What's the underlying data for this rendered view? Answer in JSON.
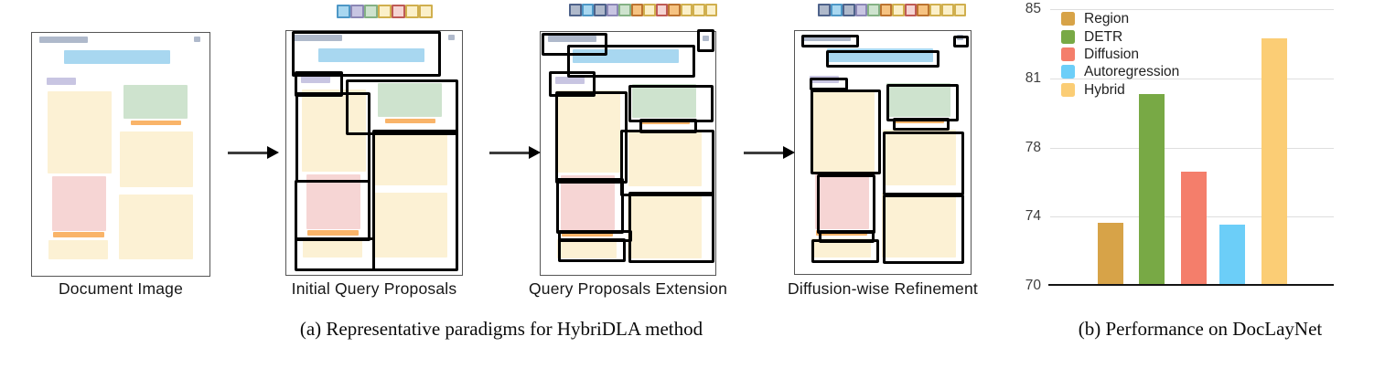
{
  "captions": {
    "a": "(a) Representative paradigms for HybriDLA method",
    "b": "(b) Performance on DocLayNet"
  },
  "figure_a": {
    "panels": [
      {
        "label": "Document Image",
        "tokens": []
      },
      {
        "label": "Initial Query Proposals",
        "tokens": [
          "blue",
          "purple",
          "green",
          "yellow",
          "red",
          "yellow",
          "yellow"
        ]
      },
      {
        "label": "Query Proposals Extension",
        "tokens": [
          "slate",
          "blue",
          "slate",
          "purple",
          "green",
          "orange",
          "yellow",
          "red",
          "orange",
          "yellow",
          "yellow",
          "yellow"
        ]
      },
      {
        "label": "Diffusion-wise Refinement",
        "tokens": [
          "slate",
          "blue",
          "slate",
          "purple",
          "green",
          "orange",
          "yellow",
          "red",
          "orange",
          "yellow",
          "yellow",
          "yellow"
        ]
      }
    ],
    "region_colors": {
      "slate": "#AFB9CB",
      "blue": "#A8D7F0",
      "lavender": "#C8C5E2",
      "cream": "#FCF1D4",
      "green": "#CEE3CE",
      "orange": "#F9B469",
      "pink": "#F6D5D4"
    },
    "token_palette": {
      "blue": {
        "fill": "#A8D7F0",
        "border": "#4E97C6"
      },
      "purple": {
        "fill": "#C8C5E2",
        "border": "#8B87B5"
      },
      "green": {
        "fill": "#CEE3CE",
        "border": "#84B184"
      },
      "yellow": {
        "fill": "#FBF0C9",
        "border": "#D0AF4E"
      },
      "red": {
        "fill": "#F5D4D3",
        "border": "#BF5B55"
      },
      "slate": {
        "fill": "#AFB9CB",
        "border": "#4F638B"
      },
      "orange": {
        "fill": "#F6C382",
        "border": "#BC7430"
      }
    }
  },
  "chart_data": {
    "type": "bar",
    "categories": [
      "Region",
      "DETR",
      "Diffusion",
      "Autoregression",
      "Hybrid"
    ],
    "values": [
      73.4,
      80.4,
      76.2,
      73.3,
      83.4
    ],
    "bar_colors": [
      "#D7A348",
      "#78A945",
      "#F47E6B",
      "#6CCEF8",
      "#FBCD75"
    ],
    "title": "",
    "xlabel": "",
    "ylabel": "",
    "ylim": [
      70,
      85
    ],
    "ytick_labels": [
      "85",
      "81",
      "78",
      "74",
      "70"
    ],
    "legend": [
      "Region",
      "DETR",
      "Diffusion",
      "Autoregression",
      "Hybrid"
    ],
    "legend_position": "top-left",
    "grid": true,
    "gridline_color": "#DEDEDE",
    "axis_color": "#151515"
  }
}
